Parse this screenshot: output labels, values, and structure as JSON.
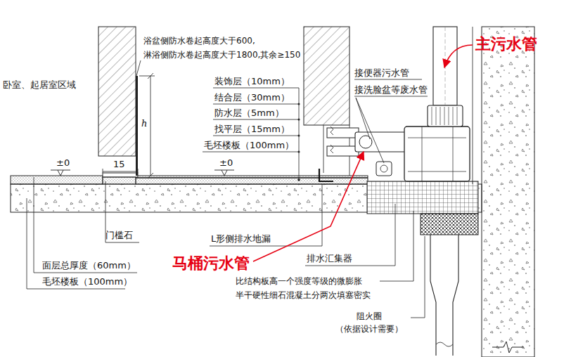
{
  "diagram": {
    "labels": [
      "浴盆侧防水卷起高度大于600, 淋浴侧防水卷起高度大于1800,其余≥150",
      "主污水管",
      "卧室、起居室区域",
      "接便器污水管",
      "接洗脸盆等废水管",
      "装饰层（10mm）",
      "结合层（30mm）",
      "防水层（5mm）",
      "找平层（15mm）",
      "毛坯楼板（100mm）",
      "h",
      "±0",
      "15",
      "±0",
      "门槛石",
      "L形侧排水地漏",
      "面层总厚度（60mm）",
      "毛坯楼板（100mm）",
      "马桶污水管",
      "排水汇集器",
      "比结构板高一个强度等级的微膨胀 半干硬性细石混凝土分两次填塞密实",
      "阻火圈 （依据设计需要）"
    ]
  }
}
